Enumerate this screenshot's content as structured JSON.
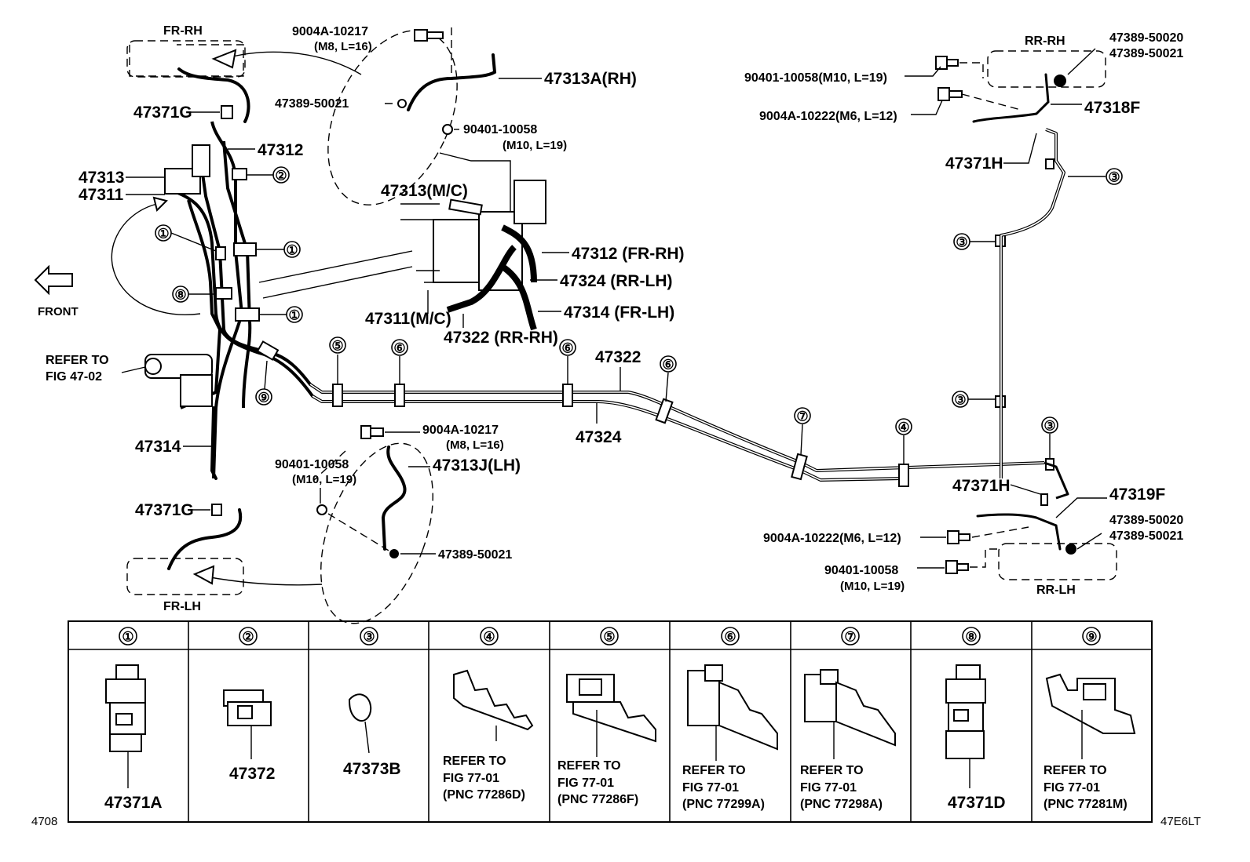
{
  "labels": {
    "fr_rh": "FR-RH",
    "fr_lh": "FR-LH",
    "rr_rh": "RR-RH",
    "rr_lh": "RR-LH",
    "front": "FRONT",
    "refer_to": "REFER TO",
    "fig_47_02": "FIG 47-02",
    "bolt_m8_a": "9004A-10217",
    "bolt_m8_a_spec": "(M8, L=16)",
    "clip_47389_top": "47389-50021",
    "bolt_m10_top": "90401-10058",
    "bolt_m10_top_spec": "(M10, L=19)",
    "hose_47313a": "47313A(RH)",
    "clip_47371g_top": "47371G",
    "p47312": "47312",
    "p47313": "47313",
    "p47311": "47311",
    "p47313_mc": "47313(M/C)",
    "p47312_frrh": "47312 (FR-RH)",
    "p47324_rrlh": "47324 (RR-LH)",
    "p47311_mc": "47311(M/C)",
    "p47314_frlh": "47314 (FR-LH)",
    "p47322_rrrh": "47322 (RR-RH)",
    "p47322": "47322",
    "p47324": "47324",
    "p47314": "47314",
    "bolt_m8_b": "9004A-10217",
    "bolt_m8_b_spec": "(M8, L=16)",
    "hose_47313j": "47313J(LH)",
    "bolt_m10_mid": "90401-10058",
    "bolt_m10_mid_spec": "(M10, L=19)",
    "clip_47371g_bot": "47371G",
    "clip_47389_mid": "47389-50021",
    "rr_clip_a1": "47389-50020",
    "rr_clip_a2": "47389-50021",
    "rr_bolt_m10_a": "90401-10058(M10, L=19)",
    "rr_bolt_m6_a": "9004A-10222(M6, L=12)",
    "hose_47318f": "47318F",
    "clip_47371h_top": "47371H",
    "clip_47371h_bot": "47371H",
    "hose_47319f": "47319F",
    "rr_clip_b1": "47389-50020",
    "rr_clip_b2": "47389-50021",
    "rr_bolt_m6_b": "9004A-10222(M6, L=12)",
    "rr_bolt_m10_b": "90401-10058",
    "rr_bolt_m10_b_spec": "(M10, L=19)",
    "fig_code_left": "4708",
    "fig_code_right": "47E6LT"
  },
  "callouts": {
    "c1": "①",
    "c2": "②",
    "c3": "③",
    "c4": "④",
    "c5": "⑤",
    "c6": "⑥",
    "c7": "⑦",
    "c8": "⑧",
    "c9": "⑨"
  },
  "table": [
    {
      "num": "①",
      "lines": [
        "47371A"
      ]
    },
    {
      "num": "②",
      "lines": [
        "47372"
      ]
    },
    {
      "num": "③",
      "lines": [
        "47373B"
      ]
    },
    {
      "num": "④",
      "lines": [
        "REFER TO",
        "FIG 77-01",
        "(PNC 77286D)"
      ]
    },
    {
      "num": "⑤",
      "lines": [
        "REFER TO",
        "FIG 77-01",
        "(PNC 77286F)"
      ]
    },
    {
      "num": "⑥",
      "lines": [
        "REFER TO",
        "FIG 77-01",
        "(PNC 77299A)"
      ]
    },
    {
      "num": "⑦",
      "lines": [
        "REFER TO",
        "FIG 77-01",
        "(PNC 77298A)"
      ]
    },
    {
      "num": "⑧",
      "lines": [
        "47371D"
      ]
    },
    {
      "num": "⑨",
      "lines": [
        "REFER TO",
        "FIG 77-01",
        "(PNC 77281M)"
      ]
    }
  ]
}
